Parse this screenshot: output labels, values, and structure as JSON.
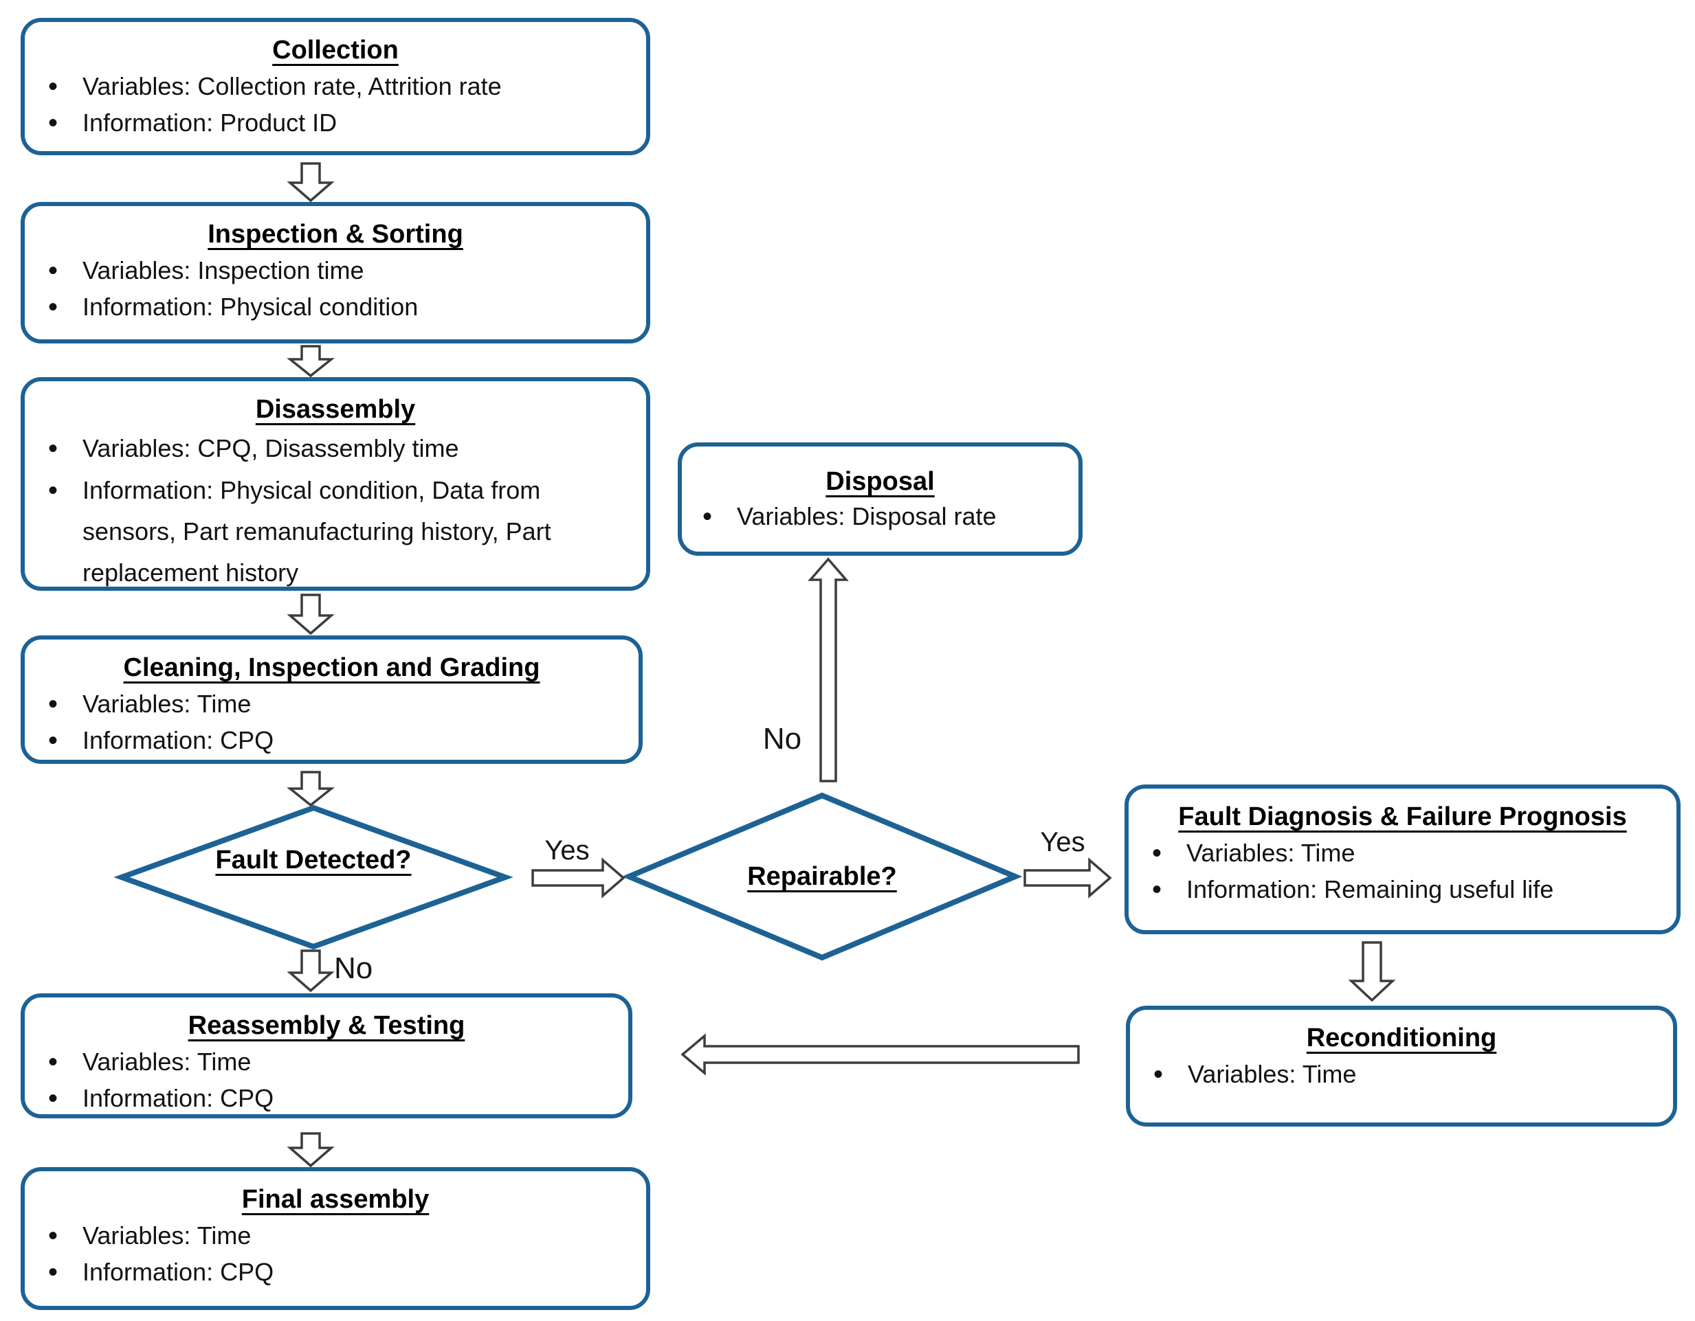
{
  "colors": {
    "box_border": "#1d6294",
    "arrow_outline": "#3d3d3d",
    "text": "#121212",
    "background": "#ffffff"
  },
  "nodes": {
    "collection": {
      "title": "Collection",
      "bullets": [
        "Variables: Collection rate, Attrition rate",
        "Information: Product ID"
      ]
    },
    "inspection_sorting": {
      "title": "Inspection & Sorting",
      "bullets": [
        "Variables: Inspection time",
        "Information: Physical condition"
      ]
    },
    "disassembly": {
      "title": "Disassembly",
      "bullets": [
        "Variables: CPQ, Disassembly time",
        "Information: Physical condition, Data from sensors, Part remanufacturing history, Part replacement history"
      ]
    },
    "cleaning_inspection_grading": {
      "title": "Cleaning, Inspection and Grading",
      "bullets": [
        "Variables: Time",
        "Information: CPQ"
      ]
    },
    "fault_detected": {
      "title": "Fault Detected?"
    },
    "disposal": {
      "title": "Disposal",
      "bullets": [
        "Variables: Disposal rate"
      ]
    },
    "repairable": {
      "title": "Repairable?"
    },
    "fault_diagnosis": {
      "title": "Fault Diagnosis & Failure Prognosis",
      "bullets": [
        "Variables: Time",
        "Information: Remaining useful life"
      ]
    },
    "reconditioning": {
      "title": "Reconditioning",
      "bullets": [
        "Variables: Time"
      ]
    },
    "reassembly_testing": {
      "title": "Reassembly & Testing",
      "bullets": [
        "Variables: Time",
        "Information: CPQ"
      ]
    },
    "final_assembly": {
      "title": "Final assembly",
      "bullets": [
        "Variables: Time",
        "Information: CPQ"
      ]
    }
  },
  "edge_labels": {
    "fault_detected_yes": "Yes",
    "fault_detected_no": "No",
    "repairable_yes": "Yes",
    "repairable_no": "No"
  }
}
